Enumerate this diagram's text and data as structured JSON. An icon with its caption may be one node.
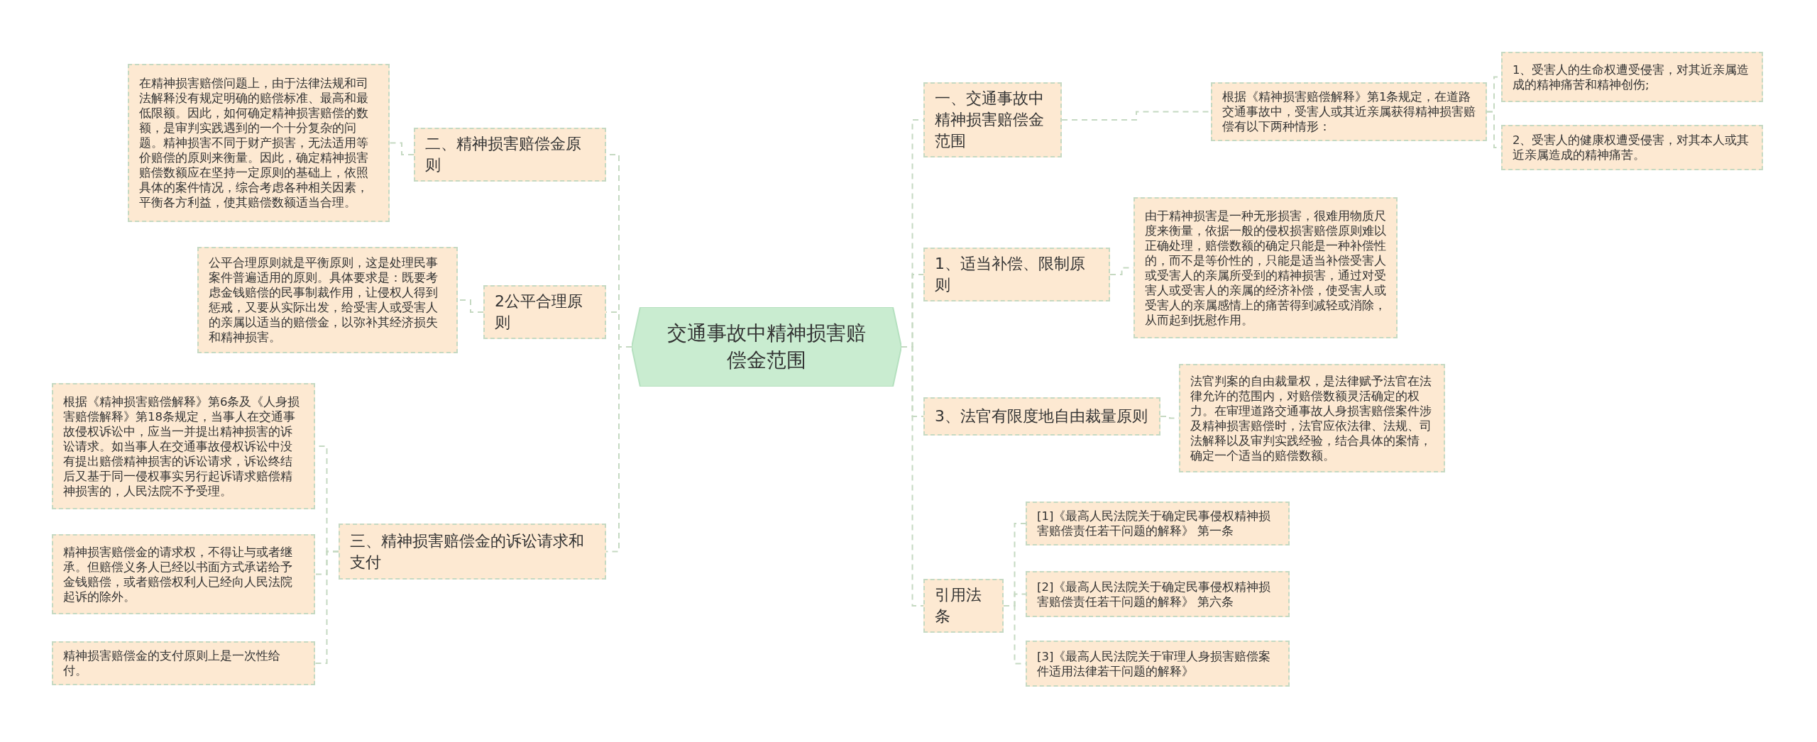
{
  "diagram": {
    "nodes": [
      {
        "text": [
          "交通事故中精神损害赔偿金范围"
        ]
      },
      {
        "text": [
          "二、精神损害赔偿金原则"
        ]
      },
      {
        "text": [
          "在精神损害赔偿问题上，由于法律法规和司法解释没有规定明确的赔偿标准、最高和最低限额。因此，如何确定精神损害赔偿的数额，是审判实践遇到的一个十分复杂的问题。精神损害不同于财产损害，无法适用等价赔偿的原则来衡量。因此，确定精神损害赔偿数额应在坚持一定原则的基础上，依照具体的案件情况，综合考虑各种相关因素，平衡各方利益，使其赔偿数额适当合理。"
        ]
      },
      {
        "text": [
          "2公平合理原则"
        ]
      },
      {
        "text": [
          "公平合理原则就是平衡原则，这是处理民事案件普遍适用的原则。具体要求是：既要考虑金钱赔偿的民事制裁作用，让侵权人得到惩戒，又要从实际出发，给受害人或受害人的亲属以适当的赔偿金，以弥补其经济损失和精神损害。"
        ]
      },
      {
        "text": [
          "三、精神损害赔偿金的诉讼请求和支付"
        ]
      },
      {
        "text": [
          "根据《精神损害赔偿解释》第6条及《人身损害赔偿解释》第18条规定，当事人在交通事故侵权诉讼中，应当一并提出精神损害的诉讼请求。如当事人在交通事故侵权诉讼中没有提出赔偿精神损害的诉讼请求，诉讼终结后又基于同一侵权事实另行起诉请求赔偿精神损害的，人民法院不予受理。"
        ]
      },
      {
        "text": [
          "精神损害赔偿金的请求权，不得让与或者继承。但赔偿义务人已经以书面方式承诺给予金钱赔偿，或者赔偿权利人已经向人民法院起诉的除外。"
        ]
      },
      {
        "text": [
          "精神损害赔偿金的支付原则上是一次性给付。"
        ]
      },
      {
        "text": [
          "一、交通事故中精神损害赔偿金范围"
        ]
      },
      {
        "text": [
          "根据《精神损害赔偿解释》第1条规定，在道路交通事故中，受害人或其近亲属获得精神损害赔偿有以下两种情形："
        ]
      },
      {
        "text": [
          "1、受害人的生命权遭受侵害，对其近亲属造成的精神痛苦和精神创伤;"
        ]
      },
      {
        "text": [
          "2、受害人的健康权遭受侵害，对其本人或其近亲属造成的精神痛苦。"
        ]
      },
      {
        "text": [
          "1、适当补偿、限制原则"
        ]
      },
      {
        "text": [
          "由于精神损害是一种无形损害，很难用物质尺度来衡量，依据一般的侵权损害赔偿原则难以正确处理，赔偿数额的确定只能是一种补偿性的，而不是等价性的，只能是适当补偿受害人或受害人的亲属所受到的精神损害，通过对受害人或受害人的亲属的经济补偿，使受害人或受害人的亲属感情上的痛苦得到减轻或消除，从而起到抚慰作用。"
        ]
      },
      {
        "text": [
          "3、法官有限度地自由裁量原则"
        ]
      },
      {
        "text": [
          "法官判案的自由裁量权，是法律赋予法官在法律允许的范围内，对赔偿数额灵活确定的权力。在审理道路交通事故人身损害赔偿案件涉及精神损害赔偿时，法官应依法律、法规、司法解释以及审判实践经验，结合具体的案情，确定一个适当的赔偿数额。"
        ]
      },
      {
        "text": [
          "引用法条"
        ]
      },
      {
        "text": [
          "[1]《最高人民法院关于确定民事侵权精神损害赔偿责任若干问题的解释》 第一条"
        ]
      },
      {
        "text": [
          "[2]《最高人民法院关于确定民事侵权精神损害赔偿责任若干问题的解释》 第六条"
        ]
      },
      {
        "text": [
          "[3]《最高人民法院关于审理人身损害赔偿案件适用法律若干问题的解释》"
        ]
      }
    ],
    "edges": [
      {
        "from": 0,
        "to": 1,
        "arrow": "none"
      },
      {
        "from": 1,
        "to": 2,
        "arrow": "none"
      },
      {
        "from": 0,
        "to": 3,
        "arrow": "none"
      },
      {
        "from": 3,
        "to": 4,
        "arrow": "none"
      },
      {
        "from": 0,
        "to": 5,
        "arrow": "none"
      },
      {
        "from": 5,
        "to": 6,
        "arrow": "none"
      },
      {
        "from": 5,
        "to": 7,
        "arrow": "none"
      },
      {
        "from": 5,
        "to": 8,
        "arrow": "none"
      },
      {
        "from": 0,
        "to": 9,
        "arrow": "none"
      },
      {
        "from": 9,
        "to": 10,
        "arrow": "none"
      },
      {
        "from": 10,
        "to": 11,
        "arrow": "none"
      },
      {
        "from": 10,
        "to": 12,
        "arrow": "none"
      },
      {
        "from": 0,
        "to": 13,
        "arrow": "none"
      },
      {
        "from": 13,
        "to": 14,
        "arrow": "none"
      },
      {
        "from": 0,
        "to": 15,
        "arrow": "none"
      },
      {
        "from": 15,
        "to": 16,
        "arrow": "none"
      },
      {
        "from": 0,
        "to": 17,
        "arrow": "none"
      },
      {
        "from": 17,
        "to": 18,
        "arrow": "none"
      },
      {
        "from": 17,
        "to": 19,
        "arrow": "none"
      },
      {
        "from": 17,
        "to": 20,
        "arrow": "none"
      }
    ]
  }
}
